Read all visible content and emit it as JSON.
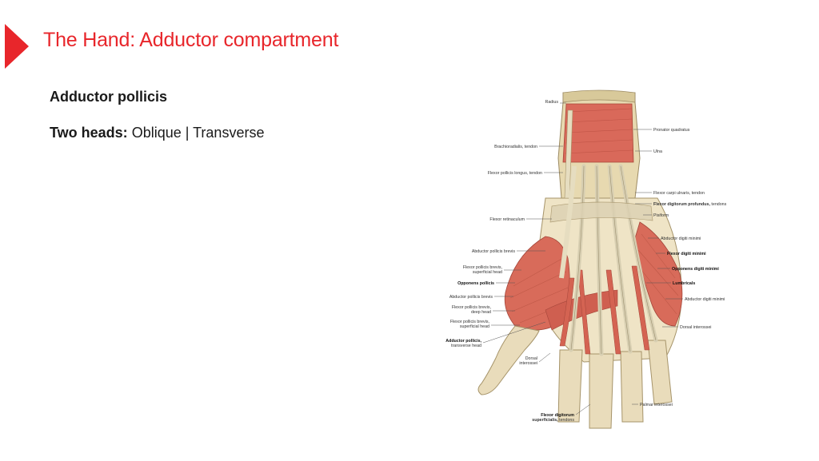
{
  "slide": {
    "title": "The Hand: Adductor compartment",
    "heading": "Adductor pollicis",
    "heads_label": "Two heads:",
    "heads_value": "Oblique | Transverse",
    "accent_color": "#e8262b"
  },
  "figure": {
    "labels": {
      "radius": "Radius",
      "pronator": "Pronator quadratus",
      "brachio": "Brachioradialis, tendon",
      "ulna": "Ulna",
      "fpl": "Flexor pollicis longus, tendon",
      "fcu": "Flexor carpi ulnaris, tendon",
      "fdp_bold": "Flexor digitorum profundus,",
      "fdp_rest": "tendons",
      "retinaculum": "Flexor retinaculum",
      "pisiform": "Pisiform",
      "adm1": "Abductor digiti minimi",
      "apb1": "Abductor pollicis brevis",
      "fdm": "Flexor digiti minimi",
      "fpb_sup1_a": "Flexor pollicis brevis,",
      "fpb_sup1_b": "superficial head",
      "odm": "Opponens digiti minimi",
      "op": "Opponens pollicis",
      "lumbricals": "Lumbricals",
      "apb2": "Abductor pollicis brevis",
      "adm2": "Abductor digiti minimi",
      "fpb_deep_a": "Flexor pollicis brevis,",
      "fpb_deep_b": "deep head",
      "fpb_sup2_a": "Flexor pollicis brevis,",
      "fpb_sup2_b": "superficial head",
      "dorsal_int_r": "Dorsal interossei",
      "ap_a": "Adductor pollicis,",
      "ap_b": "transverse head",
      "dorsal_int_a": "Dorsal",
      "dorsal_int_b": "interossei",
      "palmar_int": "Palmar interossei",
      "fds_a": "Flexor digitorum",
      "fds_b_bold": "superficialis,",
      "fds_b_rest": "tendons"
    }
  }
}
